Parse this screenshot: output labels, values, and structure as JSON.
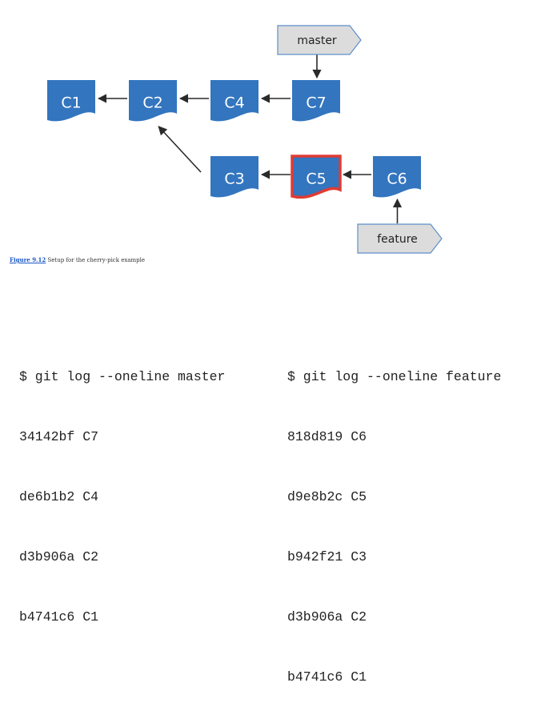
{
  "diagram": {
    "colors": {
      "commit_fill": "#3375bf",
      "commit_text": "#ffffff",
      "highlight_border": "#e03b32",
      "arrow": "#2a2a2a",
      "branch_fill": "#dcdcdc",
      "branch_border": "#5d8fc9",
      "branch_text": "#222222"
    },
    "commits": [
      {
        "id": "C1",
        "label": "C1",
        "highlighted": false
      },
      {
        "id": "C2",
        "label": "C2",
        "highlighted": false
      },
      {
        "id": "C4",
        "label": "C4",
        "highlighted": false
      },
      {
        "id": "C7",
        "label": "C7",
        "highlighted": false
      },
      {
        "id": "C3",
        "label": "C3",
        "highlighted": false
      },
      {
        "id": "C5",
        "label": "C5",
        "highlighted": true
      },
      {
        "id": "C6",
        "label": "C6",
        "highlighted": false
      }
    ],
    "edges": [
      {
        "from": "C2",
        "to": "C1"
      },
      {
        "from": "C4",
        "to": "C2"
      },
      {
        "from": "C7",
        "to": "C4"
      },
      {
        "from": "C3",
        "to": "C2"
      },
      {
        "from": "C5",
        "to": "C3"
      },
      {
        "from": "C6",
        "to": "C5"
      }
    ],
    "branches": [
      {
        "name": "master",
        "points_to": "C7"
      },
      {
        "name": "feature",
        "points_to": "C6"
      }
    ]
  },
  "caption": {
    "figure_ref": "Figure 9.12",
    "text": " Setup for the cherry-pick example"
  },
  "logs": {
    "master": {
      "command": "$ git log --oneline master",
      "lines": [
        "34142bf C7",
        "de6b1b2 C4",
        "d3b906a C2",
        "b4741c6 C1"
      ]
    },
    "feature": {
      "command": "$ git log --oneline feature",
      "lines": [
        "818d819 C6",
        "d9e8b2c C5",
        "b942f21 C3",
        "d3b906a C2",
        "b4741c6 C1"
      ]
    }
  }
}
